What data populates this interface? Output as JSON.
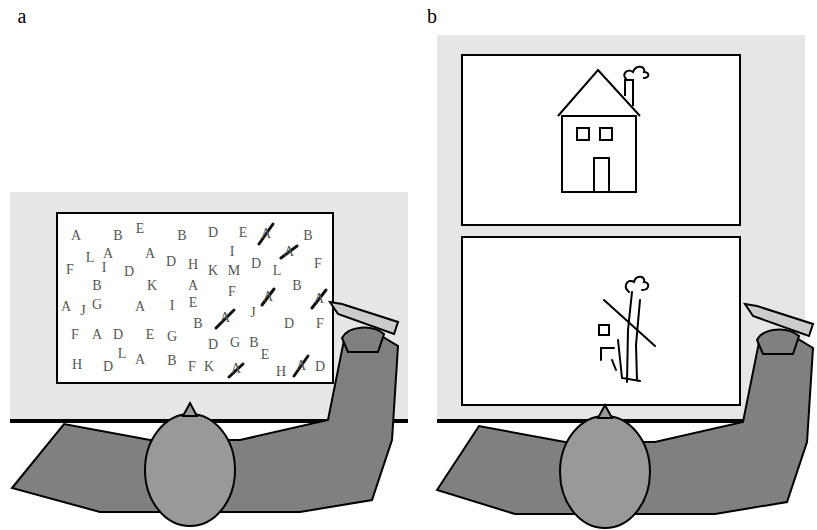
{
  "diagram": {
    "labels": [
      "a",
      "b",
      "A",
      "B",
      "E",
      "B",
      "D",
      "E",
      "A",
      "B",
      "F",
      "L",
      "A",
      "A",
      "D",
      "H",
      "I",
      "K",
      "M",
      "D",
      "A",
      "L",
      "F",
      "I",
      "B",
      "D",
      "K",
      "A",
      "F",
      "B",
      "A",
      "J",
      "G",
      "A",
      "I",
      "E",
      "J",
      "A",
      "A",
      "B",
      "A",
      "D",
      "F",
      "F",
      "A",
      "D",
      "E",
      "G",
      "D",
      "G",
      "B",
      "L",
      "H",
      "D",
      "A",
      "B",
      "F",
      "K",
      "A",
      "E",
      "H",
      "A",
      "D"
    ]
  }
}
